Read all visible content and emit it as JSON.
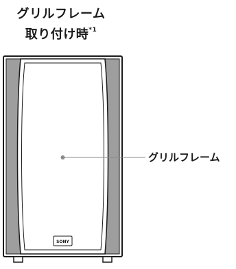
{
  "title": {
    "line1": "グリルフレーム",
    "line2": "取り付け時",
    "footnote_mark": "*1"
  },
  "callout": {
    "label": "グリルフレーム"
  },
  "badge": {
    "text": "SONY"
  }
}
